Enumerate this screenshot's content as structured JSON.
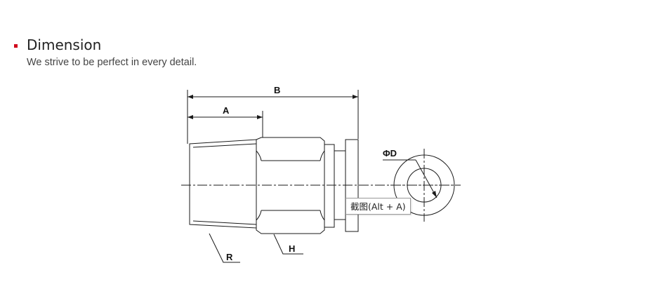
{
  "section": {
    "title": "Dimension",
    "subtitle": "We strive to be perfect in every detail."
  },
  "diagram": {
    "labels": {
      "a": "A",
      "b": "B",
      "d": "ΦD",
      "h": "H",
      "r": "R"
    }
  },
  "tooltip": {
    "text": "截图(Alt + A)"
  },
  "colors": {
    "accent": "#d0021b",
    "title": "#222222",
    "subtitle": "#444444",
    "line": "#1a1a1a"
  }
}
